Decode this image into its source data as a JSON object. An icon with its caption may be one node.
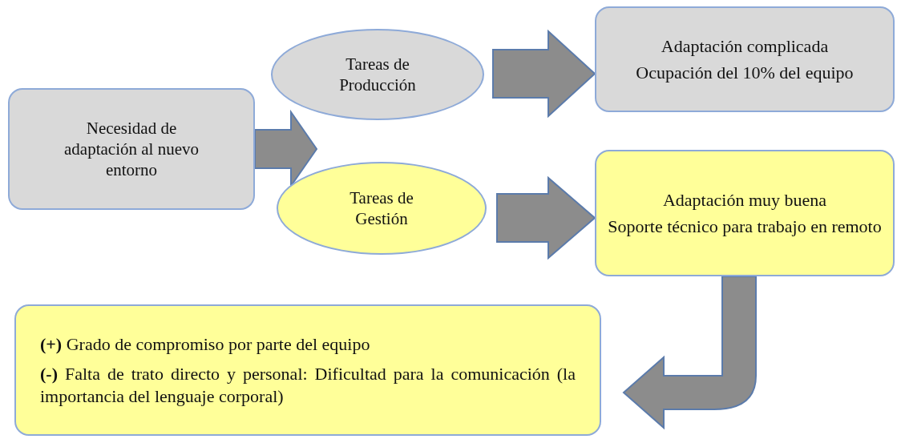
{
  "diagram": {
    "nodes": [
      {
        "text": [
          "Necesidad de adaptación al nuevo entorno"
        ]
      },
      {
        "text": [
          "Tareas de Producción"
        ]
      },
      {
        "text": [
          "Tareas de Gestión"
        ]
      },
      {
        "text": [
          "Adaptación complicada",
          "Ocupación del 10% del equipo"
        ]
      },
      {
        "text": [
          "Adaptación muy buena",
          "Soporte técnico para trabajo en remoto"
        ]
      },
      {
        "text": [
          "**(+)** Grado de compromiso por parte del equipo",
          "**(-)** Falta de trato directo y personal: Dificultad para la comunicación (la importancia del lenguaje corporal)"
        ]
      }
    ],
    "edges": [
      {
        "from": 0,
        "to": 1,
        "arrow": "to"
      },
      {
        "from": 0,
        "to": 2,
        "arrow": "to"
      },
      {
        "from": 1,
        "to": 3,
        "arrow": "to"
      },
      {
        "from": 2,
        "to": 4,
        "arrow": "to"
      },
      {
        "from": 4,
        "to": 5,
        "arrow": "to"
      }
    ]
  }
}
